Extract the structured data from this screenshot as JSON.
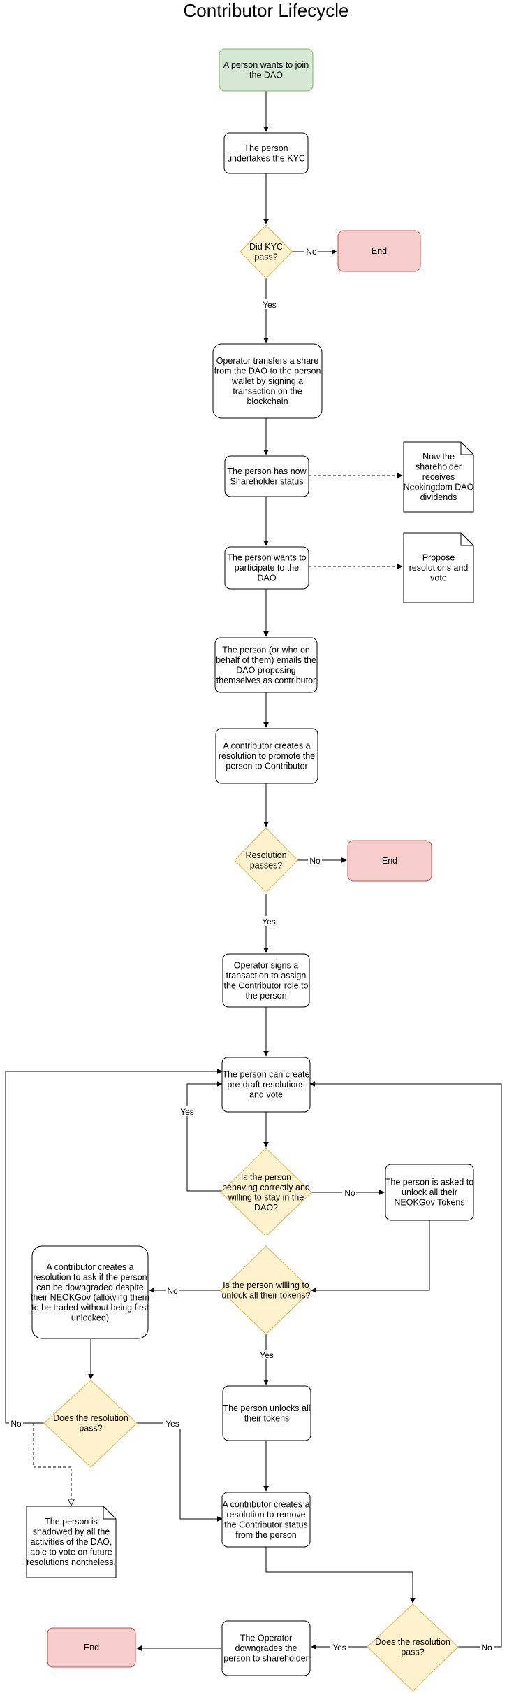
{
  "title": "Contributor Lifecycle",
  "colors": {
    "start_fill": "#d5e8d4",
    "start_stroke": "#82b366",
    "end_fill": "#f8cecc",
    "end_stroke": "#b85450",
    "decision_fill": "#fff2cc",
    "decision_stroke": "#d6b656",
    "process_fill": "#ffffff",
    "stroke": "#000000"
  },
  "nodes": {
    "join": {
      "lines": [
        "A person wants to join",
        "the DAO"
      ]
    },
    "kyc": {
      "lines": [
        "The person",
        "undertakes the KYC"
      ]
    },
    "kyc_pass": {
      "lines": [
        "Did KYC",
        "pass?"
      ]
    },
    "end1": {
      "lines": [
        "End"
      ]
    },
    "transfer": {
      "lines": [
        "Operator transfers a share",
        "from the DAO to the person",
        "wallet by signing a",
        "transaction on the",
        "blockchain"
      ]
    },
    "shareholder": {
      "lines": [
        "The person has now",
        "Shareholder status"
      ]
    },
    "dividends": {
      "lines": [
        "Now the",
        "shareholder",
        "receives",
        "Neokingdom DAO",
        "dividends"
      ]
    },
    "participate": {
      "lines": [
        "The person wants to",
        "participate to the",
        "DAO"
      ]
    },
    "propose": {
      "lines": [
        "Propose",
        "resolutions and",
        "vote"
      ]
    },
    "emails": {
      "lines": [
        "The person (or who on",
        "behalf of them) emails the",
        "DAO proposing",
        "themselves as contributor"
      ]
    },
    "promote": {
      "lines": [
        "A contributor creates a",
        "resolution to promote the",
        "person to Contributor"
      ]
    },
    "res_pass": {
      "lines": [
        "Resolution",
        "passes?"
      ]
    },
    "end2": {
      "lines": [
        "End"
      ]
    },
    "assign": {
      "lines": [
        "Operator signs a",
        "transaction to assign",
        "the Contributor role to",
        "the person"
      ]
    },
    "predraft": {
      "lines": [
        "The person can create",
        "pre-draft resolutions",
        "and vote"
      ]
    },
    "behaving": {
      "lines": [
        "Is the person",
        "behaving correctly and",
        "willing to stay in the",
        "DAO?"
      ]
    },
    "asked": {
      "lines": [
        "The person is asked to",
        "unlock all their",
        "NEOKGov Tokens"
      ]
    },
    "willing": {
      "lines": [
        "Is the person willing to",
        "unlock all their tokens?"
      ]
    },
    "downgrade_res": {
      "lines": [
        "A contributor creates a",
        "resolution to ask if the person",
        "can be downgraded despite",
        "their NEOKGov (allowing them",
        "to be traded without being first",
        "unlocked)"
      ]
    },
    "unlocks": {
      "lines": [
        "The person unlocks all",
        "their tokens"
      ]
    },
    "does_res1": {
      "lines": [
        "Does the resolution",
        "pass?"
      ]
    },
    "shadowed": {
      "lines": [
        "The person is",
        "shadowed by all the",
        "activities of the DAO,",
        "able to vote on future",
        "resolutions nontheless."
      ]
    },
    "remove": {
      "lines": [
        "A contributor creates a",
        "resolution to remove",
        "the Contributor status",
        "from the person"
      ]
    },
    "does_res2": {
      "lines": [
        "Does the resolution",
        "pass?"
      ]
    },
    "op_down": {
      "lines": [
        "The Operator",
        "downgrades the",
        "person to shareholder"
      ]
    },
    "end3": {
      "lines": [
        "End"
      ]
    }
  },
  "labels": {
    "kyc_no": "No",
    "kyc_yes": "Yes",
    "res_no": "No",
    "res_yes": "Yes",
    "behaving_yes": "Yes",
    "behaving_no": "No",
    "willing_no": "No",
    "willing_yes": "Yes",
    "does1_no": "No",
    "does1_yes": "Yes",
    "does2_yes": "Yes",
    "does2_no": "No"
  }
}
